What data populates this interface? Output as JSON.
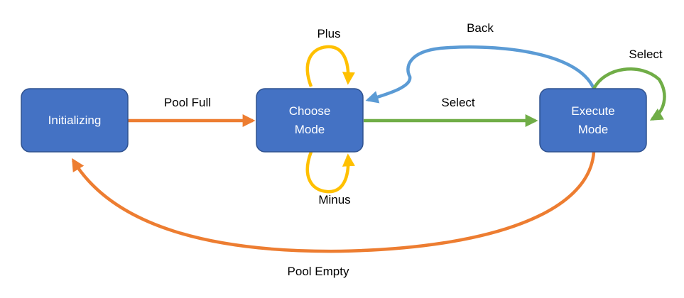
{
  "colors": {
    "node_fill": "#4472C4",
    "node_stroke": "#2F528F",
    "node_text": "#FFFFFF",
    "orange": "#ED7D31",
    "green": "#70AD47",
    "gold": "#FFC000",
    "blue": "#5B9BD5",
    "label_text": "#000000"
  },
  "nodes": {
    "initializing": {
      "label": "Initializing"
    },
    "choose_mode": {
      "line1": "Choose",
      "line2": "Mode"
    },
    "execute_mode": {
      "line1": "Execute",
      "line2": "Mode"
    }
  },
  "edges": {
    "pool_full": {
      "label": "Pool Full"
    },
    "select_forward": {
      "label": "Select"
    },
    "back": {
      "label": "Back"
    },
    "select_self": {
      "label": "Select"
    },
    "plus": {
      "label": "Plus"
    },
    "minus": {
      "label": "Minus"
    },
    "pool_empty": {
      "label": "Pool Empty"
    }
  }
}
